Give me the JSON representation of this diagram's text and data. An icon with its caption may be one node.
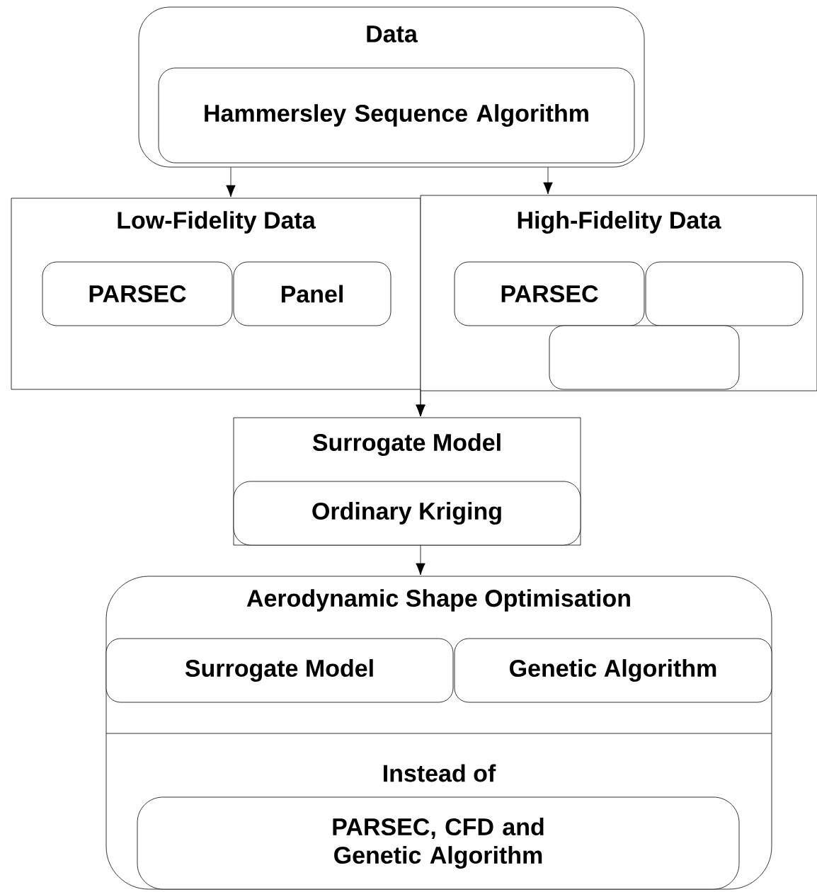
{
  "diagram": {
    "nodes": [
      {
        "text": [
          "Data"
        ]
      },
      {
        "text": [
          "Hammersley Sequence Algorithm"
        ],
        "in": 0
      },
      {
        "text": [
          "Low-Fidelity Data"
        ]
      },
      {
        "text": [
          "PARSEC"
        ],
        "in": 2
      },
      {
        "text": [
          "Panel"
        ],
        "in": 2
      },
      {
        "text": [
          "High-Fidelity Data"
        ]
      },
      {
        "text": [
          "PARSEC"
        ],
        "in": 5
      },
      {
        "text": [],
        "shape": "box",
        "in": 5
      },
      {
        "text": [],
        "shape": "box",
        "in": 5
      },
      {
        "text": [
          "Surrogate Model"
        ]
      },
      {
        "text": [
          "Ordinary Kriging"
        ],
        "in": 9
      },
      {
        "text": [
          "Aerodynamic Shape Optimisation",
          "Instead of"
        ]
      },
      {
        "text": [
          "Surrogate Model"
        ],
        "in": 11
      },
      {
        "text": [
          "Genetic Algorithm"
        ],
        "in": 11
      },
      {
        "text": [
          "PARSEC, CFD and Genetic Algorithm"
        ],
        "in": 11
      }
    ],
    "edges": [
      {
        "from": 0,
        "to": 2,
        "arrow": "to"
      },
      {
        "from": 0,
        "to": 5,
        "arrow": "to"
      },
      {
        "from": 2,
        "to": 9,
        "arrow": "to"
      },
      {
        "from": 5,
        "to": 9,
        "arrow": "to"
      },
      {
        "from": 9,
        "to": 11,
        "arrow": "to"
      }
    ]
  }
}
